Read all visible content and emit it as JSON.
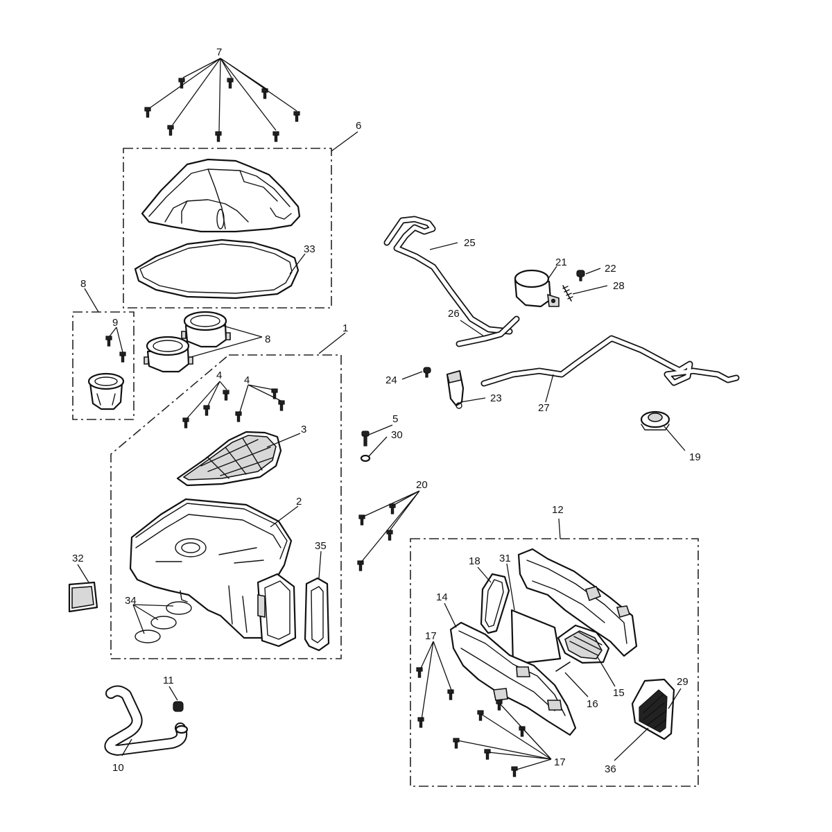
{
  "diagram": {
    "callouts": {
      "c1": "1",
      "c2": "2",
      "c3": "3",
      "c4a": "4",
      "c4b": "4",
      "c5": "5",
      "c6": "6",
      "c7": "7",
      "c8a": "8",
      "c8b": "8",
      "c9": "9",
      "c10": "10",
      "c11": "11",
      "c12": "12",
      "c14": "14",
      "c15": "15",
      "c16": "16",
      "c17a": "17",
      "c17b": "17",
      "c18": "18",
      "c19": "19",
      "c20": "20",
      "c21": "21",
      "c22": "22",
      "c23": "23",
      "c24": "24",
      "c25": "25",
      "c26": "26",
      "c27": "27",
      "c28": "28",
      "c29": "29",
      "c30": "30",
      "c31": "31",
      "c32": "32",
      "c33": "33",
      "c34": "34",
      "c35": "35",
      "c36": "36"
    }
  }
}
